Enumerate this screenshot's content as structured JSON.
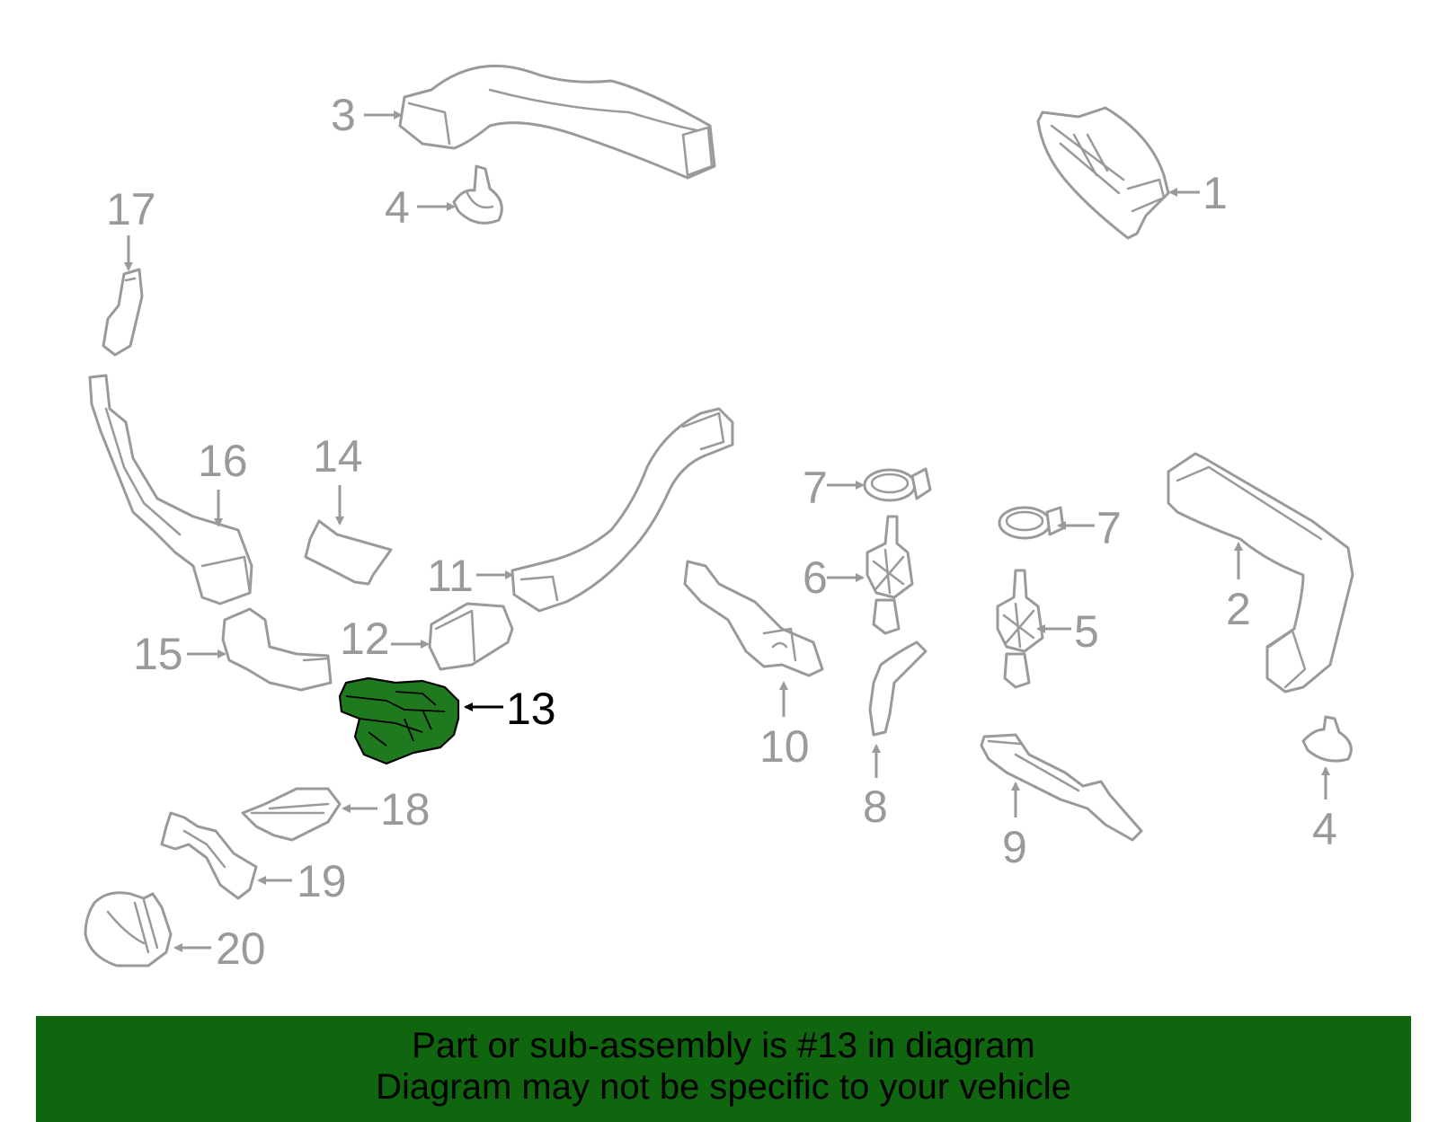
{
  "diagram": {
    "highlighted_part": "13",
    "callouts": [
      "1",
      "2",
      "3",
      "4",
      "4",
      "5",
      "6",
      "7",
      "7",
      "8",
      "9",
      "10",
      "11",
      "12",
      "13",
      "14",
      "15",
      "16",
      "17",
      "18",
      "19",
      "20"
    ],
    "colors": {
      "highlight": "#1f7a1f",
      "outline": "#9a9a9a",
      "banner": "#0f660f"
    }
  },
  "banner": {
    "line1": "Part or sub-assembly is #13 in diagram",
    "line2": "Diagram may not be specific to your vehicle"
  }
}
